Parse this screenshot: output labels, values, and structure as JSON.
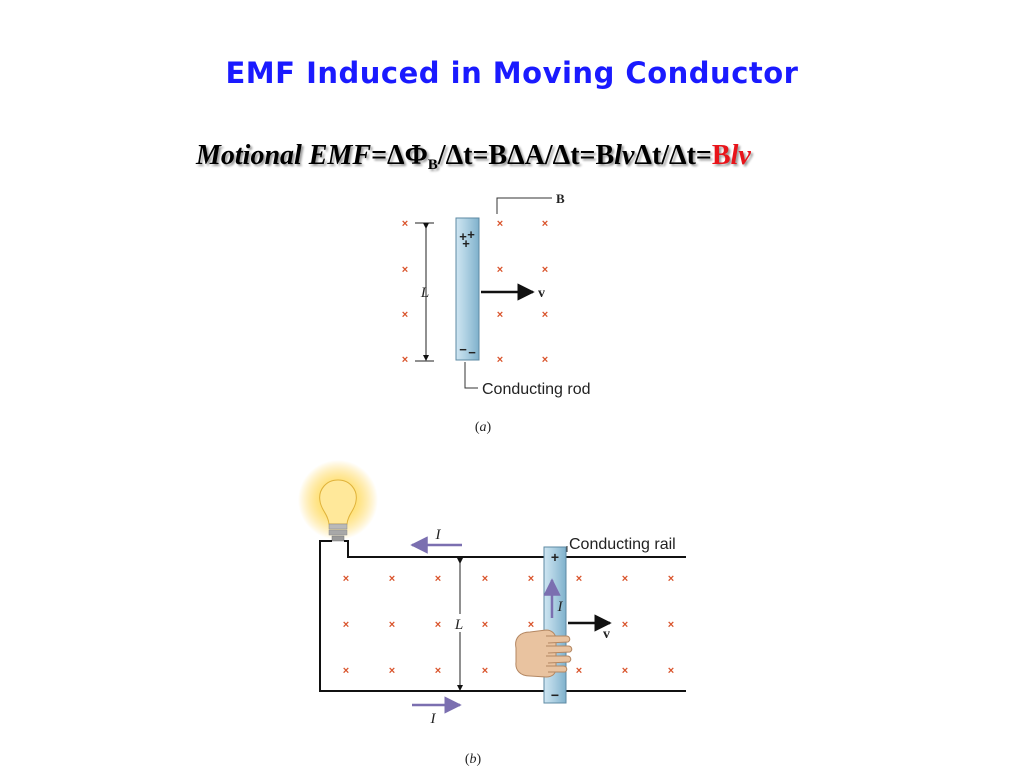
{
  "title": "EMF Induced in Moving Conductor",
  "formula": {
    "lhs": "Motional EMF",
    "eq1": "=ΔΦ",
    "sub": "B",
    "rest": "/Δt=BΔA/Δt=B",
    "lv1": "lv",
    "mid": "Δt/Δt=",
    "b_red": "B",
    "lv_red": "lv",
    "accent_color": "#e8141a"
  },
  "diagram_a": {
    "field_label": "B",
    "velocity_label": "v",
    "length_label": "L",
    "plus_sign": "+",
    "minus_sign": "−",
    "rod_callout": "Conducting rod",
    "caption_open": "(",
    "caption_letter": "a",
    "caption_close": ")"
  },
  "diagram_b": {
    "current_top": "I",
    "current_rod": "I",
    "current_bottom": "I",
    "length_label": "L",
    "velocity_label": "v",
    "plus_sign": "+",
    "minus_sign": "−",
    "rail_callout": "Conducting rail",
    "caption_open": "(",
    "caption_letter": "b",
    "caption_close": ")"
  },
  "colors": {
    "title": "#1a1aff",
    "field_marks": "#d9532b",
    "rod_fill": "#a9cde0",
    "current_arrow": "#7b6fb0",
    "bulb_glow": "#ffd24d"
  }
}
